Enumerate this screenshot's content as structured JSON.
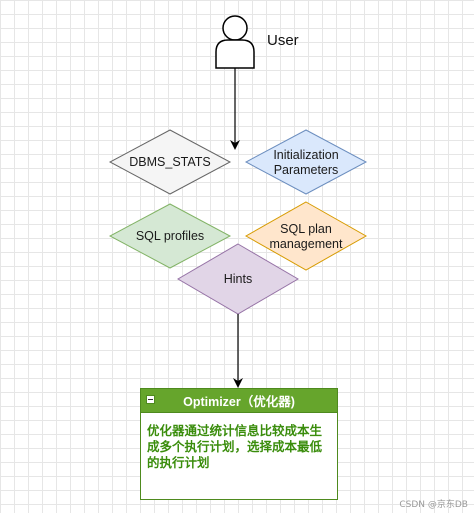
{
  "user": {
    "label": "User"
  },
  "nodes": {
    "dbms_stats": {
      "label": "DBMS_STATS",
      "fill": "#f5f5f5",
      "stroke": "#666666"
    },
    "init_params": {
      "line1": "Initialization",
      "line2": "Parameters",
      "fill": "#dae8fc",
      "stroke": "#6c8ebf"
    },
    "sql_profiles": {
      "label": "SQL profiles",
      "fill": "#d5e8d4",
      "stroke": "#82b366"
    },
    "sql_plan": {
      "line1": "SQL plan",
      "line2": "management",
      "fill": "#ffe6cc",
      "stroke": "#d79b00"
    },
    "hints": {
      "label": "Hints",
      "fill": "#e1d5e7",
      "stroke": "#9673a6"
    }
  },
  "optimizer": {
    "title": "Optimizer（优化器)",
    "body": "优化器通过统计信息比较成本生成多个执行计划，选择成本最低的执行计划",
    "header_color": "#66a52c",
    "text_color": "#3a8d0c"
  },
  "watermark": "CSDN @京东DB"
}
